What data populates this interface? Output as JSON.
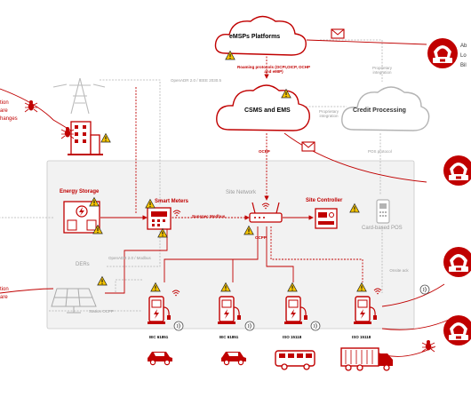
{
  "colors": {
    "accent": "#c00000",
    "gray": "#b3b3b3",
    "panel": "#f2f2f2",
    "panel_border": "#c8c8c8",
    "warn": "#f5c400"
  },
  "clouds": {
    "emsp": "eMSPs Platforms",
    "csms": "CSMS and EMS",
    "credit": "Credit Processing"
  },
  "labels": {
    "roaming": "Roaming protocols (OCPI,OICP, OCHP and eMIP)",
    "proprietary1": "Proprietary integration",
    "proprietary2": "Proprietary integration",
    "openadr": "OpenADR 2.0 / IEEE 2030.5",
    "ocpp_top": "OCPP",
    "pos_protocol": "POS protocol",
    "energy_storage": "Energy Storage",
    "smart_meters": "Smart Meters",
    "site_network": "Site Network",
    "site_controller": "Site Controller",
    "sunspec": "Sunspec Modbus",
    "ocpp_mid": "OCPP",
    "card_pos": "Card-based POS",
    "ders": "DERs",
    "openadr_low": "OpenADR 2.0 / Modbus",
    "station_ocpp": "Station OCPP",
    "onsite_ack": "Onsite ack",
    "iec1": "IEC 61851",
    "iec2": "IEC 61851",
    "iso1": "ISO 15118",
    "iso2": "ISO 15118"
  },
  "attackers": {
    "top_list": [
      "Ab",
      "Lo",
      "Bil"
    ],
    "left_top": [
      "tion",
      "are",
      "hanges"
    ],
    "left_bottom": [
      "tion",
      "are"
    ]
  },
  "icons": [
    "warning-icon",
    "email-icon",
    "hacker-icon",
    "bug-icon",
    "pylon-icon",
    "building-icon",
    "battery-icon",
    "meter-icon",
    "router-icon",
    "controller-icon",
    "pos-terminal-icon",
    "solar-panel-icon",
    "charger-icon",
    "car-icon",
    "bus-icon",
    "truck-icon",
    "wifi-icon",
    "nfc-icon"
  ]
}
